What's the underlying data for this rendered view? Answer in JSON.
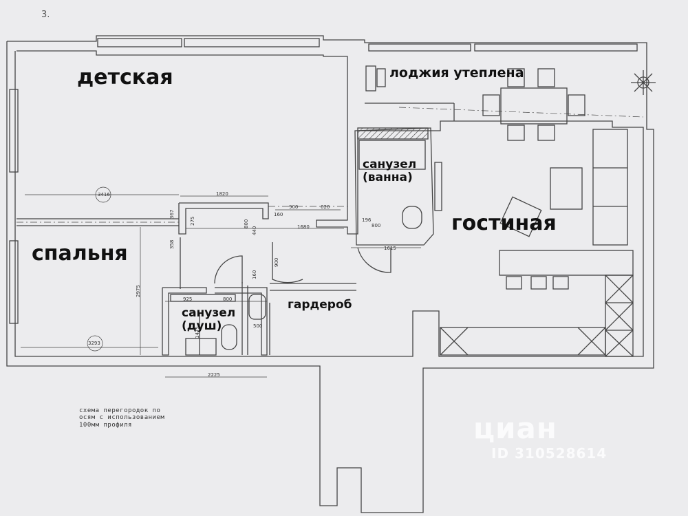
{
  "sheet_number": "3.",
  "rooms": {
    "nursery": "детская",
    "loggia": "лоджия утеплена",
    "bathroom_tub_line1": "санузел",
    "bathroom_tub_line2": "(ванна)",
    "living_room": "гостиная",
    "bedroom": "спальня",
    "wardrobe": "гардероб",
    "bathroom_shower_line1": "санузел",
    "bathroom_shower_line2": "(душ)"
  },
  "note": {
    "line1": "схема перегородок по",
    "line2": "осям с использованием",
    "line3": "100мм профиля"
  },
  "dimensions": {
    "d3416": "3416",
    "d1820": "1820",
    "d900": "900",
    "d620": "620",
    "d1680": "1680",
    "d160a": "160",
    "d800a": "800",
    "d440": "440",
    "d367": "367",
    "d275": "275",
    "d358": "358",
    "d196": "196",
    "d800b": "800",
    "d1615": "1615",
    "d900b": "900",
    "d160b": "160",
    "d2975": "2975",
    "d925": "925",
    "d800c": "800",
    "d500": "500",
    "d1475": "1475",
    "d3293": "3293",
    "d2225": "2225"
  },
  "watermark": {
    "brand": "циан",
    "id": "ID 310528614"
  }
}
